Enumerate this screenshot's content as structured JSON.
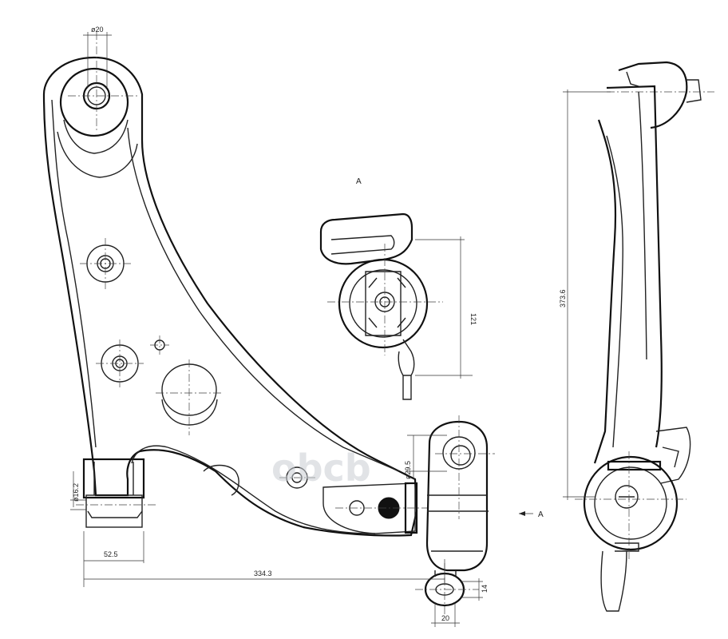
{
  "dimensions": {
    "top_bore": "ø20",
    "left_bushing": "ø16.2",
    "left_width": "52.5",
    "overall_length": "334.3",
    "right_bushing": "ø29.5",
    "ball_joint_height": "14",
    "ball_joint_width": "20",
    "detail_height": "121",
    "side_height": "373.6"
  },
  "labels": {
    "view_a": "A",
    "arrow_a": "A"
  },
  "watermark": "obcb"
}
